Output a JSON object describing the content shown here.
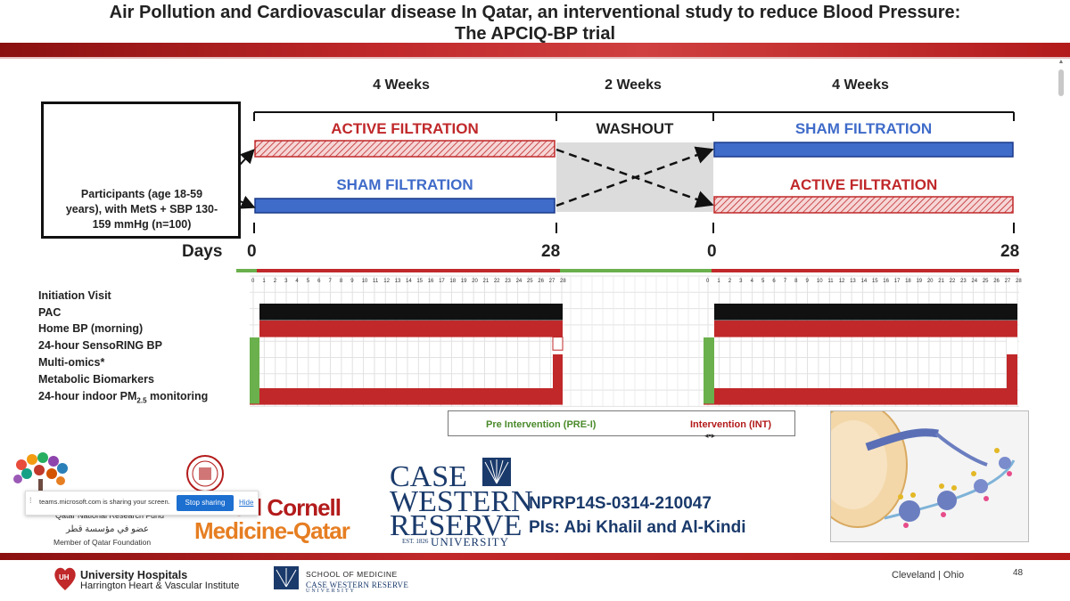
{
  "slide": {
    "title_line1": "Air Pollution and Cardiovascular disease In Qatar, an interventional study to reduce Blood Pressure:",
    "title_line2": "The APCIQ-BP trial",
    "page_number": "48"
  },
  "diagram": {
    "periods": [
      {
        "label": "4 Weeks"
      },
      {
        "label": "2 Weeks"
      },
      {
        "label": "4 Weeks"
      }
    ],
    "arms": {
      "period1_top": "ACTIVE FILTRATION",
      "period1_bottom": "SHAM FILTRATION",
      "washout": "WASHOUT",
      "period2_top": "SHAM FILTRATION",
      "period2_bottom": "ACTIVE FILTRATION"
    },
    "participants": {
      "line1": "Participants (age 18-59",
      "line2": "years), with MetS + SBP 130-",
      "line3": "159 mmHg (n=100)"
    },
    "days_label": "Days",
    "day_marks": {
      "p1_start": "0",
      "p1_end": "28",
      "p2_start": "0",
      "p2_end": "28"
    },
    "schedule_rows": [
      "Initiation Visit",
      "PAC",
      "Home BP (morning)",
      "24-hour SensoRING BP",
      "Multi-omics*",
      "Metabolic Biomarkers",
      "24-hour indoor PM"
    ],
    "pm_subscript": "2.5",
    "pm_suffix": " monitoring",
    "legend": {
      "pre": "Pre Intervention (PRE-I)",
      "int": "Intervention (INT)"
    },
    "colors": {
      "active_red": "#c0282a",
      "sham_blue": "#3f6bc9",
      "pre_green": "#6ab04c",
      "navy": "#1a3a6b",
      "washout_gray": "#dcdcdc"
    }
  },
  "sharing_bar": {
    "message": "teams.microsoft.com is sharing your screen.",
    "stop_label": "Stop sharing",
    "hide_label": "Hide"
  },
  "logos": {
    "qnrf_name": "Qatar National Research Fund",
    "qnrf_arabic": "عضو في مؤسسة قطر",
    "qnrf_member": "Member of Qatar Foundation",
    "weill_line1": "Weill Cornell",
    "weill_line2": "Medicine-Qatar",
    "cwru_case": "CASE",
    "cwru_western": "WESTERN",
    "cwru_reserve": "RESERVE",
    "cwru_est": "EST. 1826",
    "cwru_university": "UNIVERSITY",
    "uh_name": "University Hospitals",
    "uh_sub": "Harrington Heart & Vascular Institute",
    "som_top": "SCHOOL OF MEDICINE",
    "som_bottom": "CASE WESTERN RESERVE",
    "som_bottom2": "UNIVERSITY"
  },
  "grant": {
    "code": "NPRP14S-0314-210047",
    "pis": "PIs: Abi Khalil and Al-Kindi"
  },
  "footer": {
    "location_city": "Cleveland",
    "location_sep": " | ",
    "location_state": "Ohio"
  }
}
